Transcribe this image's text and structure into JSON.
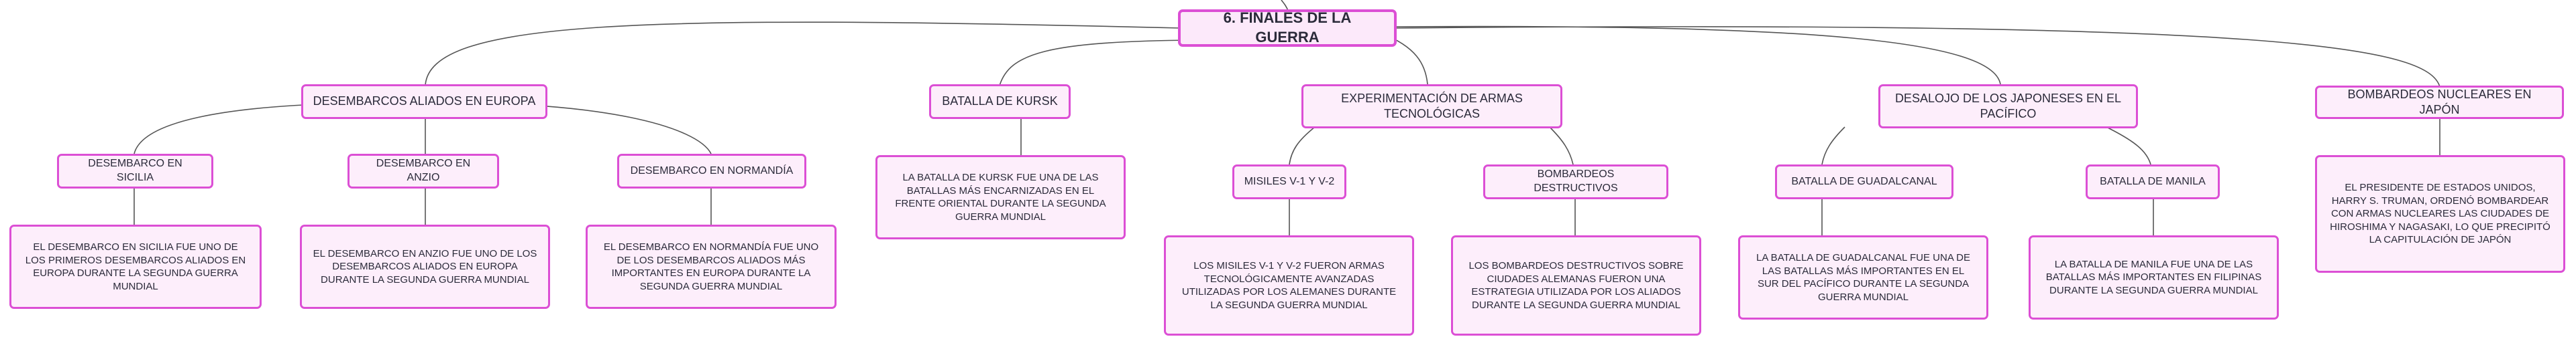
{
  "root": {
    "title": "6. FINALES DE LA GUERRA"
  },
  "topics": [
    {
      "label": "DESEMBARCOS ALIADOS EN EUROPA",
      "children": [
        {
          "label": "DESEMBARCO EN SICILIA",
          "detail": "EL DESEMBARCO EN SICILIA FUE UNO DE LOS PRIMEROS DESEMBARCOS ALIADOS EN EUROPA DURANTE LA SEGUNDA GUERRA MUNDIAL"
        },
        {
          "label": "DESEMBARCO EN ANZIO",
          "detail": "EL DESEMBARCO EN ANZIO FUE UNO DE LOS DESEMBARCOS ALIADOS EN EUROPA DURANTE LA SEGUNDA GUERRA MUNDIAL"
        },
        {
          "label": "DESEMBARCO EN NORMANDÍA",
          "detail": "EL DESEMBARCO EN NORMANDÍA FUE UNO DE LOS DESEMBARCOS ALIADOS MÁS IMPORTANTES EN EUROPA DURANTE LA SEGUNDA GUERRA MUNDIAL"
        }
      ]
    },
    {
      "label": "BATALLA DE KURSK",
      "detail": "LA BATALLA DE KURSK FUE UNA DE LAS BATALLAS MÁS ENCARNIZADAS EN EL FRENTE ORIENTAL DURANTE LA SEGUNDA GUERRA MUNDIAL"
    },
    {
      "label": "EXPERIMENTACIÓN DE ARMAS TECNOLÓGICAS",
      "children": [
        {
          "label": "MISILES V-1 Y V-2",
          "detail": "LOS MISILES V-1 Y V-2 FUERON ARMAS TECNOLÓGICAMENTE AVANZADAS UTILIZADAS POR LOS ALEMANES DURANTE LA SEGUNDA GUERRA MUNDIAL"
        },
        {
          "label": "BOMBARDEOS DESTRUCTIVOS",
          "detail": "LOS BOMBARDEOS DESTRUCTIVOS SOBRE CIUDADES ALEMANAS FUERON UNA ESTRATEGIA UTILIZADA POR LOS ALIADOS DURANTE LA SEGUNDA GUERRA MUNDIAL"
        }
      ]
    },
    {
      "label": "DESALOJO DE LOS JAPONESES EN EL PACÍFICO",
      "children": [
        {
          "label": "BATALLA DE GUADALCANAL",
          "detail": "LA BATALLA DE GUADALCANAL FUE UNA DE LAS BATALLAS MÁS IMPORTANTES EN EL SUR DEL PACÍFICO DURANTE LA SEGUNDA GUERRA MUNDIAL"
        },
        {
          "label": "BATALLA DE MANILA",
          "detail": "LA BATALLA DE MANILA FUE UNA DE LAS BATALLAS MÁS IMPORTANTES EN FILIPINAS DURANTE LA SEGUNDA GUERRA MUNDIAL"
        }
      ]
    },
    {
      "label": "BOMBARDEOS NUCLEARES EN JAPÓN",
      "detail": "EL PRESIDENTE DE ESTADOS UNIDOS, HARRY S. TRUMAN, ORDENÓ BOMBARDEAR CON ARMAS NUCLEARES LAS CIUDADES DE HIROSHIMA Y NAGASAKI, LO QUE PRECIPITÓ LA CAPITULACIÓN DE JAPÓN"
    }
  ]
}
